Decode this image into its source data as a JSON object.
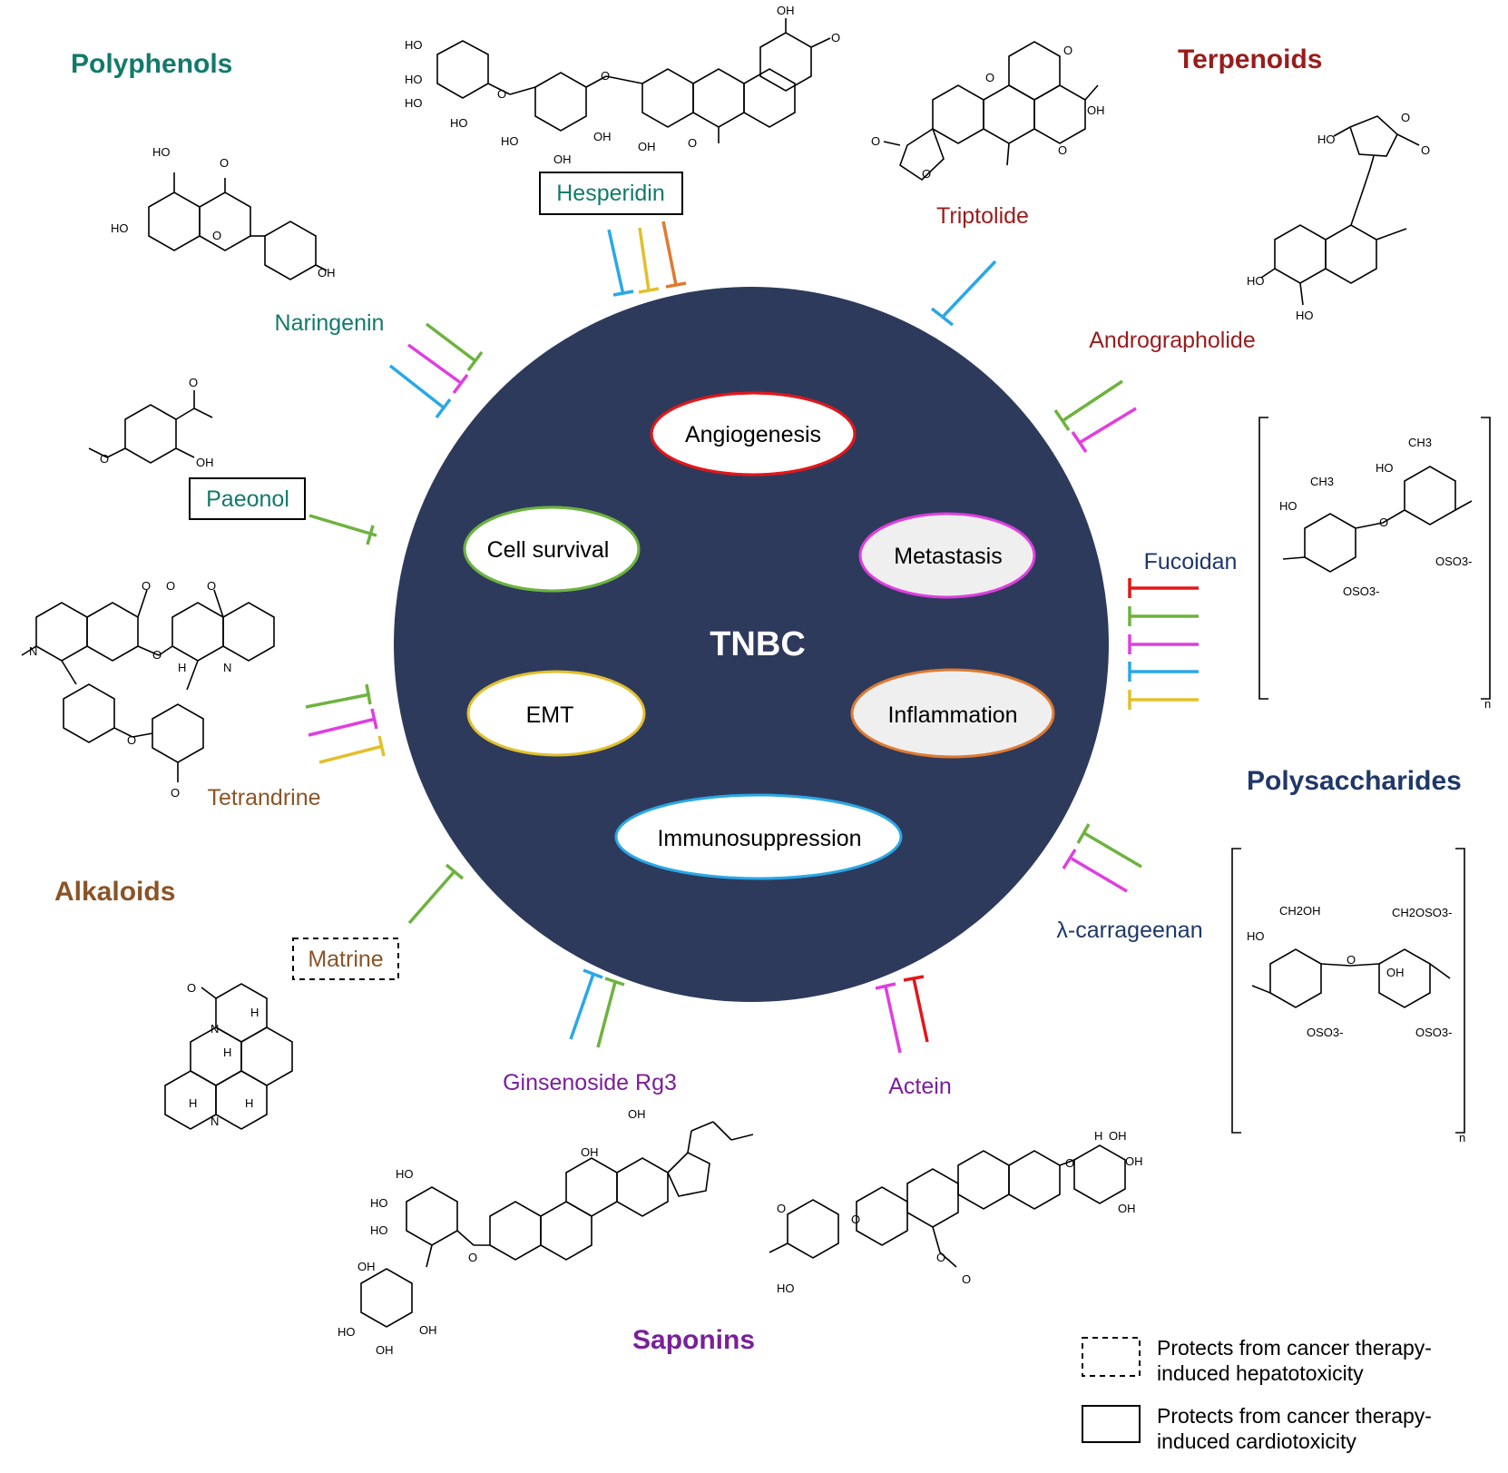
{
  "center": {
    "label": "TNBC"
  },
  "processes": [
    {
      "label": "Angiogenesis",
      "border": "#e3161a",
      "fill": "#ffffff"
    },
    {
      "label": "Cell survival",
      "border": "#6db33f",
      "fill": "#ffffff"
    },
    {
      "label": "Metastasis",
      "border": "#e03ee0",
      "fill": "#efefef"
    },
    {
      "label": "EMT",
      "border": "#e2c02b",
      "fill": "#ffffff"
    },
    {
      "label": "Inflammation",
      "border": "#e07a30",
      "fill": "#efefef"
    },
    {
      "label": "Immunosuppression",
      "border": "#29a8e8",
      "fill": "#ffffff"
    }
  ],
  "classes": [
    {
      "label": "Polyphenols",
      "color": "#127a6a"
    },
    {
      "label": "Terpenoids",
      "color": "#9b1c1c"
    },
    {
      "label": "Polysaccharides",
      "color": "#1f3868"
    },
    {
      "label": "Alkaloids",
      "color": "#8a5426"
    },
    {
      "label": "Saponins",
      "color": "#7a1f9a"
    }
  ],
  "compounds": [
    {
      "label": "Hesperidin",
      "color": "#127a6a",
      "box": "solid"
    },
    {
      "label": "Naringenin",
      "color": "#127a6a",
      "box": "none"
    },
    {
      "label": "Paeonol",
      "color": "#127a6a",
      "box": "solid"
    },
    {
      "label": "Tetrandrine",
      "color": "#8a5426",
      "box": "none"
    },
    {
      "label": "Matrine",
      "color": "#8a5426",
      "box": "dashed"
    },
    {
      "label": "Ginsenoside Rg3",
      "color": "#7a1f9a",
      "box": "none"
    },
    {
      "label": "Actein",
      "color": "#7a1f9a",
      "box": "none"
    },
    {
      "label": "λ-carrageenan",
      "color": "#1f3868",
      "box": "none"
    },
    {
      "label": "Fucoidan",
      "color": "#1f3868",
      "box": "none"
    },
    {
      "label": "Andrographolide",
      "color": "#9b1c1c",
      "box": "none"
    },
    {
      "label": "Triptolide",
      "color": "#9b1c1c",
      "box": "none"
    }
  ],
  "inhibitor_colors": {
    "angiogenesis": "#e3161a",
    "cell_survival": "#6db33f",
    "metastasis": "#e03ee0",
    "immunosuppression": "#29a8e8",
    "emt": "#e2c02b",
    "inflammation": "#e07a30"
  },
  "legend": [
    {
      "style": "dashed",
      "line1": "Protects from cancer therapy-",
      "line2": "induced hepatotoxicity"
    },
    {
      "style": "solid",
      "line1": "Protects from cancer therapy-",
      "line2": "induced cardiotoxicity"
    }
  ],
  "molecule_labels": {
    "ho": "HO",
    "oh": "OH",
    "o": "O",
    "h": "H",
    "n": "N",
    "ch3": "CH3",
    "oso3": "OSO3-",
    "ch2oh": "CH2OH",
    "ch2oso3": "CH2OSO3-",
    "n_sub": "n"
  }
}
